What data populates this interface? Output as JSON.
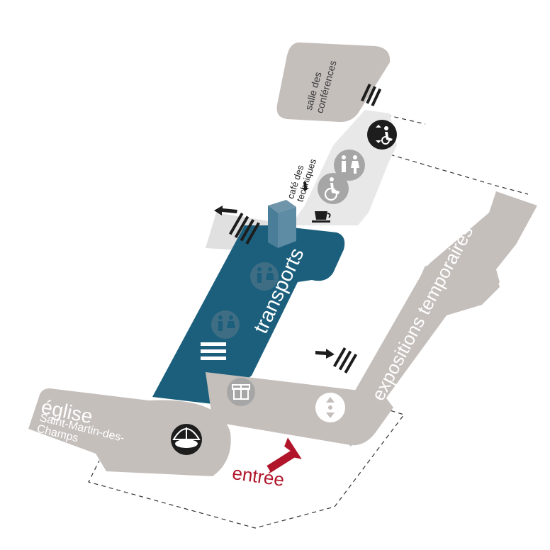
{
  "labels": {
    "salle": [
      "salle des",
      "conférences"
    ],
    "cafe": [
      "café des",
      "techniques"
    ],
    "transports": "transports",
    "expositions": "expositions temporaires",
    "eglise_title": "église",
    "eglise_sub": [
      "Saint-Martin-des-",
      "Champs"
    ],
    "entree": "entrée"
  },
  "icons": [
    "accessibility-elevator-icon",
    "restroom-icon",
    "wheelchair-icon",
    "cafe-icon",
    "gift-shop-icon",
    "elevator-icon",
    "audioguide-icon",
    "entrance-arrow-icon",
    "stairs-icon"
  ],
  "colors": {
    "museum_grey": "#c5bfbc",
    "transports_blue": "#1b5f7d",
    "light_grey": "#e1e1e1",
    "entree_red": "#b0152a"
  }
}
